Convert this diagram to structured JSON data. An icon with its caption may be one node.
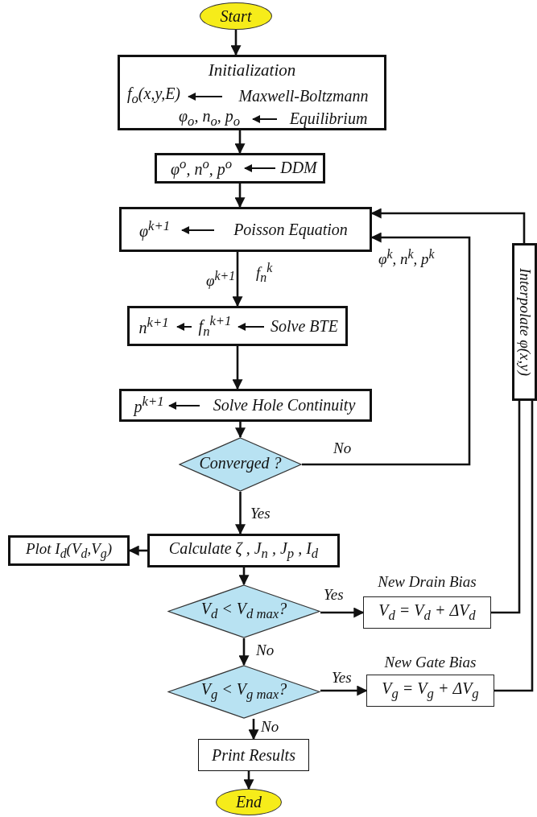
{
  "diagram": {
    "nodes": [
      {
        "text": [
          "Start"
        ]
      },
      {
        "text": [
          "Initialization"
        ]
      },
      {
        "text": [
          "f$_{o}$(x,y,E)"
        ],
        "in": 1
      },
      {
        "text": [
          "Maxwell-Boltzmann"
        ],
        "in": 1
      },
      {
        "text": [
          "φ$_{o}$, n$_{o}$, p$_{o}$"
        ],
        "in": 1
      },
      {
        "text": [
          "Equilibrium"
        ],
        "in": 1
      },
      {
        "text": [],
        "shape": "box"
      },
      {
        "text": [
          "φ$^{o}$, n$^{o}$, p$^{o}$"
        ],
        "in": 6
      },
      {
        "text": [
          "DDM"
        ],
        "in": 6
      },
      {
        "text": [],
        "shape": "box"
      },
      {
        "text": [
          "φ$^{k+1}$"
        ],
        "in": 9
      },
      {
        "text": [
          "Poisson  Equation"
        ],
        "in": 9
      },
      {
        "text": [],
        "shape": "box"
      },
      {
        "text": [
          "n$^{k+1}$"
        ],
        "in": 12
      },
      {
        "text": [
          "f$_{n}$$^{k+1}$"
        ],
        "in": 12
      },
      {
        "text": [
          "Solve BTE"
        ],
        "in": 12
      },
      {
        "text": [],
        "shape": "box"
      },
      {
        "text": [
          "p$^{k+1}$"
        ],
        "in": 16
      },
      {
        "text": [
          "Solve Hole Continuity"
        ],
        "in": 16
      },
      {
        "text": [
          "Converged ?"
        ]
      },
      {
        "text": [
          "Plot I$_{d}$(V$_{d}$,V$_{g}$)"
        ]
      },
      {
        "text": [
          "Calculate ζ , J$_{n}$ , J$_{p}$ , I$_{d}$"
        ]
      },
      {
        "text": [
          "V$_{d}$ < V$_{d max}$?"
        ]
      },
      {
        "text": [
          "New Drain Bias",
          "V$_{d}$ = V$_{d}$ + ΔV$_{d}$"
        ]
      },
      {
        "text": [
          "V$_{g}$ < V$_{g max}$?"
        ]
      },
      {
        "text": [
          "New Gate Bias",
          "V$_{g}$ = V$_{g}$ + ΔV$_{g}$"
        ]
      },
      {
        "text": [
          "Print Results"
        ]
      },
      {
        "text": [
          "End"
        ]
      },
      {
        "text": [
          "Interpolate  φ(x,y)"
        ]
      }
    ],
    "edges": [
      {
        "from": 0,
        "to": 1,
        "arrow": "to"
      },
      {
        "from": 1,
        "to": 6,
        "arrow": "to"
      },
      {
        "from": 6,
        "to": 9,
        "arrow": "to"
      },
      {
        "from": 9,
        "to": 12,
        "arrow": "to",
        "label": "φ$^{k+1}$"
      },
      {
        "from": 12,
        "to": 16,
        "arrow": "to"
      },
      {
        "from": 16,
        "to": 19,
        "arrow": "to"
      },
      {
        "from": 19,
        "to": 9,
        "arrow": "to",
        "label": "No"
      },
      {
        "from": 19,
        "to": 21,
        "arrow": "to",
        "label": "Yes"
      },
      {
        "from": 21,
        "to": 20,
        "arrow": "to"
      },
      {
        "from": 21,
        "to": 22,
        "arrow": "to"
      },
      {
        "from": 22,
        "to": 23,
        "arrow": "to",
        "label": "Yes"
      },
      {
        "from": 23,
        "to": 28,
        "arrow": "none"
      },
      {
        "from": 22,
        "to": 24,
        "arrow": "to",
        "label": "No"
      },
      {
        "from": 24,
        "to": 25,
        "arrow": "to",
        "label": "Yes"
      },
      {
        "from": 25,
        "to": 28,
        "arrow": "none"
      },
      {
        "from": 24,
        "to": 26,
        "arrow": "to",
        "label": "No"
      },
      {
        "from": 26,
        "to": 27,
        "arrow": "to"
      },
      {
        "from": 28,
        "to": 9,
        "arrow": "to"
      },
      {
        "from": 3,
        "to": 2,
        "arrow": "to"
      },
      {
        "from": 5,
        "to": 4,
        "arrow": "to"
      },
      {
        "from": 8,
        "to": 7,
        "arrow": "to"
      },
      {
        "from": 11,
        "to": 10,
        "arrow": "to"
      },
      {
        "from": 14,
        "to": 13,
        "arrow": "to"
      },
      {
        "from": 15,
        "to": 14,
        "arrow": "to"
      },
      {
        "from": 18,
        "to": 17,
        "arrow": "to"
      }
    ],
    "labels": [
      "f$_{n}$$^{k}$",
      "φ$^{k}$, n$^{k}$, p$^{k}$"
    ]
  }
}
